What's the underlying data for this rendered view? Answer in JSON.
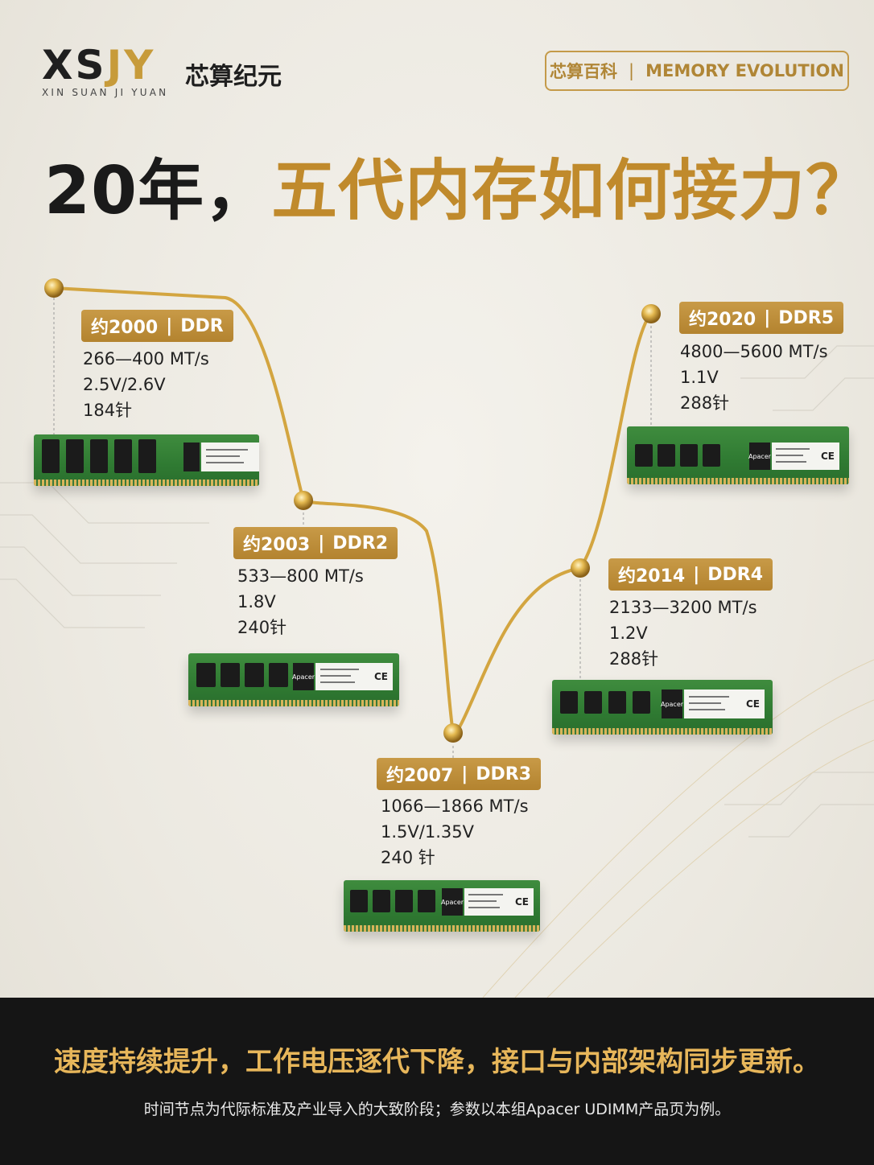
{
  "brand": {
    "logo_xs": "XS",
    "logo_jy": "JY",
    "name_cn": "芯算纪元",
    "pinyin": "XIN SUAN JI YUAN"
  },
  "tag": {
    "left": "芯算百科",
    "sep": "|",
    "right": "MEMORY EVOLUTION"
  },
  "title": {
    "part1": "20年，",
    "part2": "五代内存如何接力？"
  },
  "generations": [
    {
      "year": "约2000",
      "sep": "|",
      "name": "DDR",
      "speed": "266—400 MT/s",
      "voltage": "2.5V/2.6V",
      "pins": "184针"
    },
    {
      "year": "约2003",
      "sep": "|",
      "name": "DDR2",
      "speed": "533—800 MT/s",
      "voltage": "1.8V",
      "pins": "240针"
    },
    {
      "year": "约2007",
      "sep": "|",
      "name": "DDR3",
      "speed": "1066—1866 MT/s",
      "voltage": "1.5V/1.35V",
      "pins": "240 针"
    },
    {
      "year": "约2014",
      "sep": "|",
      "name": "DDR4",
      "speed": "2133—3200 MT/s",
      "voltage": "1.2V",
      "pins": "288针"
    },
    {
      "year": "约2020",
      "sep": "|",
      "name": "DDR5",
      "speed": "4800—5600 MT/s",
      "voltage": "1.1V",
      "pins": "288针"
    }
  ],
  "ram_label_mark": "CE",
  "ram_brand": "Apacer",
  "colors": {
    "gold": "#c08a2c",
    "pcb": "#2f7a32",
    "footer_bg": "#151515",
    "footer_text": "#e7b65a"
  },
  "footer": {
    "headline": "速度持续提升，工作电压逐代下降，接口与内部架构同步更新。",
    "note": "时间节点为代际标准及产业导入的大致阶段；参数以本组Apacer UDIMM产品页为例。"
  }
}
